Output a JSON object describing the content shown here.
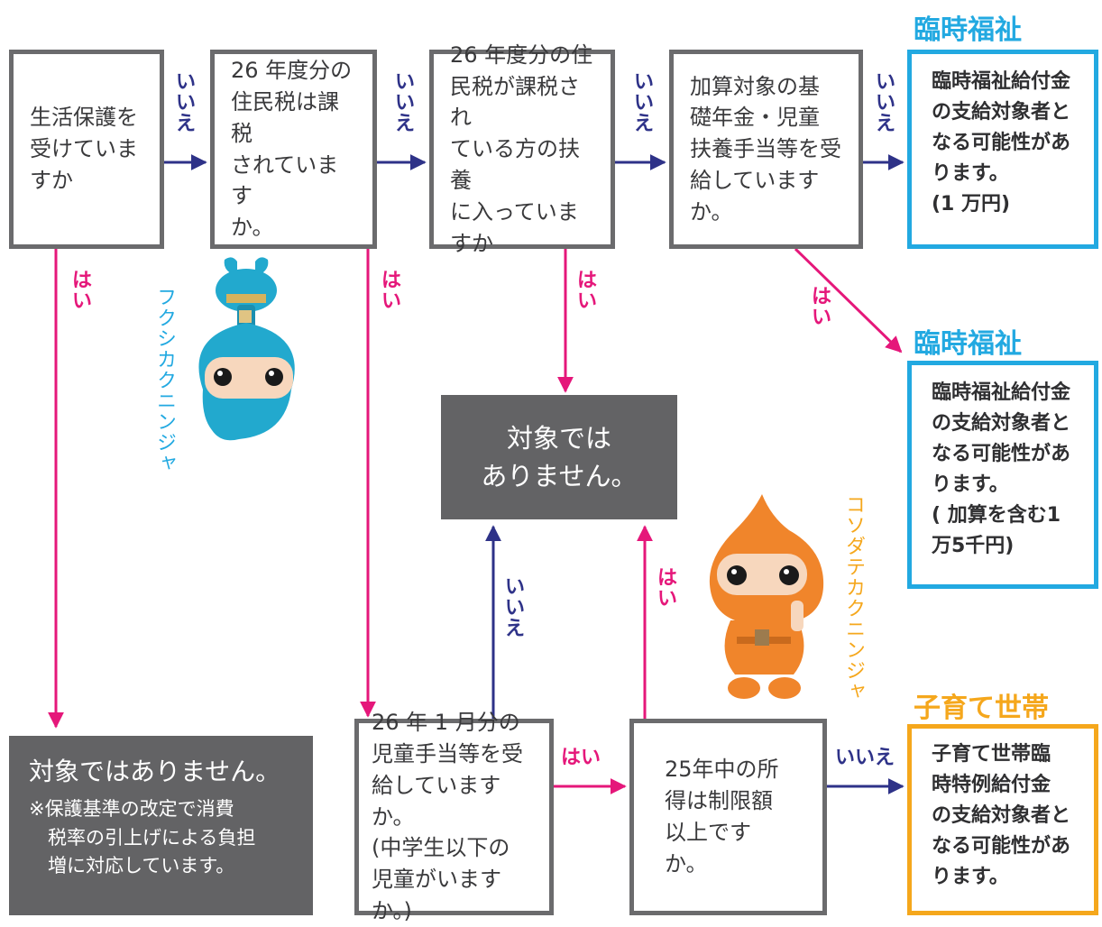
{
  "questions": {
    "q1": "生活保護を\n受けていま\nすか",
    "q2": "26 年度分の\n住民税は課税\nされています\nか。",
    "q3": "26 年度分の住\n民税が課税され\nている方の扶養\nに入っていますか",
    "q4": "加算対象の基\n礎年金・児童\n扶養手当等を受\n給していますか。",
    "q5": "26 年 1 月分の\n児童手当等を受\n給していますか。\n(中学生以下の\n児童がいますか。)",
    "q6": "25年中の所\n得は制限額\n以上ですか。"
  },
  "labels": {
    "yes": "はい",
    "no": "いいえ"
  },
  "results": {
    "r1": {
      "category": "臨時福祉",
      "text": "臨時福祉給付金\nの支給対象者と\nなる可能性があ\nります。\n(1 万円)"
    },
    "r2": {
      "category": "臨時福祉",
      "text": "臨時福祉給付金\nの支給対象者と\nなる可能性があ\nります。\n( 加算を含む1\n万5千円)"
    },
    "r3": {
      "category": "子育て世帯",
      "text": "子育て世帯臨\n時特例給付金\nの支給対象者と\nなる可能性があ\nります。"
    },
    "not_eligible_center": "対象では\nありません。",
    "not_eligible_left": {
      "title": "対象ではありません。",
      "note": "※保護基準の改定で消費\n　税率の引上げによる負担\n　増に対応しています。"
    }
  },
  "characters": {
    "blue": "フクシカクニンジャ",
    "orange": "コソダテカクニンジャ"
  },
  "colors": {
    "yes": "#e5177a",
    "no": "#2e3288",
    "fukushi": "#22a9e1",
    "kosodate": "#f5a71c",
    "box_border": "#6b6b6d",
    "grey_box": "#636365"
  }
}
